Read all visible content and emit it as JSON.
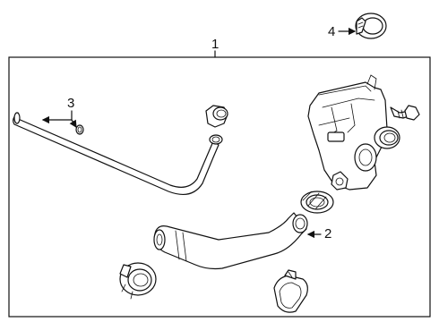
{
  "diagram": {
    "callouts": [
      {
        "id": "callout-1",
        "label": "1"
      },
      {
        "id": "callout-2",
        "label": "2"
      },
      {
        "id": "callout-3",
        "label": "3"
      },
      {
        "id": "callout-4",
        "label": "4"
      }
    ]
  },
  "colors": {
    "line": "#111111",
    "background": "#ffffff"
  }
}
